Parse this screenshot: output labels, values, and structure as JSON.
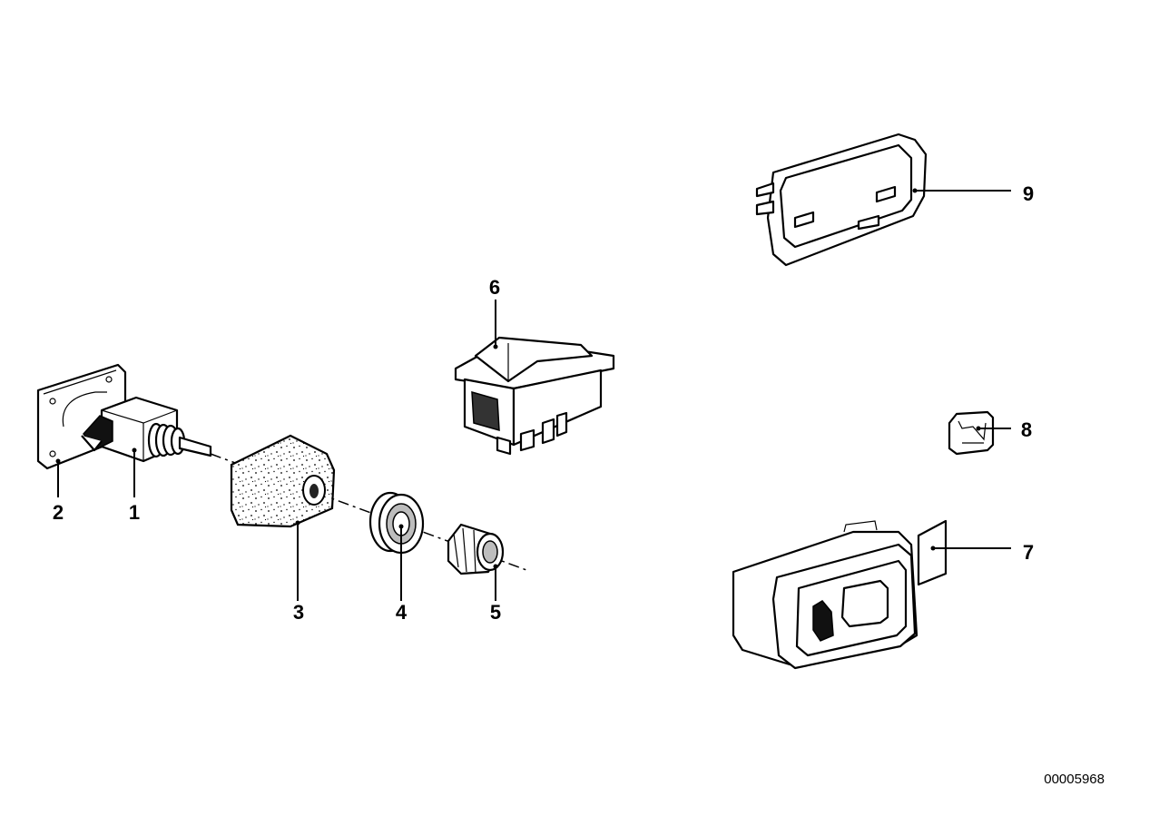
{
  "diagram": {
    "callouts": [
      {
        "id": "1",
        "text": "1"
      },
      {
        "id": "2",
        "text": "2"
      },
      {
        "id": "3",
        "text": "3"
      },
      {
        "id": "4",
        "text": "4"
      },
      {
        "id": "5",
        "text": "5"
      },
      {
        "id": "6",
        "text": "6"
      },
      {
        "id": "7",
        "text": "7"
      },
      {
        "id": "8",
        "text": "8"
      },
      {
        "id": "9",
        "text": "9"
      }
    ],
    "document_number": "00005968"
  }
}
